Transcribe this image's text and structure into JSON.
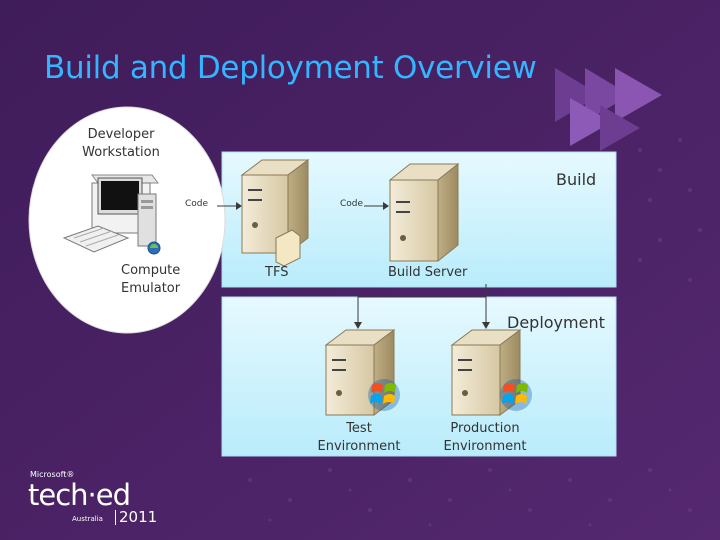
{
  "slide": {
    "title": "Build and Deployment Overview"
  },
  "workstation": {
    "label_line1": "Developer",
    "label_line2": "Workstation",
    "code_label": "Code",
    "emulator_line1": "Compute",
    "emulator_line2": "Emulator"
  },
  "build": {
    "section_label": "Build",
    "code_label": "Code",
    "tfs_label": "TFS",
    "build_server_label": "Build Server"
  },
  "deployment": {
    "section_label": "Deployment",
    "test_line1": "Test",
    "test_line2": "Environment",
    "prod_line1": "Production",
    "prod_line2": "Environment"
  },
  "branding": {
    "microsoft": "Microsoft®",
    "teched": "tech·ed",
    "region": "Australia",
    "year": "2011"
  },
  "colors": {
    "background": "#4a2566",
    "title": "#33b5ff",
    "panel": "#d7f4ff",
    "server_body": "#d9ccab",
    "windows_logo": "#1a8de0"
  }
}
